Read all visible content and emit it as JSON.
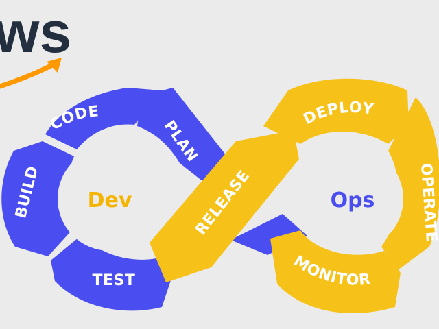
{
  "logo": {
    "text": "ws",
    "name": "aws-logo"
  },
  "hubs": {
    "dev": {
      "label": "Dev"
    },
    "ops": {
      "label": "Ops"
    }
  },
  "stages": {
    "code": "CODE",
    "plan": "PLAN",
    "build": "BUILD",
    "test": "TEST",
    "release": "RELEASE",
    "deploy": "DEPLOY",
    "operate": "OPERATE",
    "monitor": "MONITOR"
  },
  "colors": {
    "background": "#ebebeb",
    "dev_blue": "#4a4df0",
    "ops_yellow": "#f6c21a",
    "dev_text": "#f4b400",
    "ops_text": "#4a4df0",
    "logo_dark": "#232f3e",
    "logo_orange": "#ff9900"
  }
}
